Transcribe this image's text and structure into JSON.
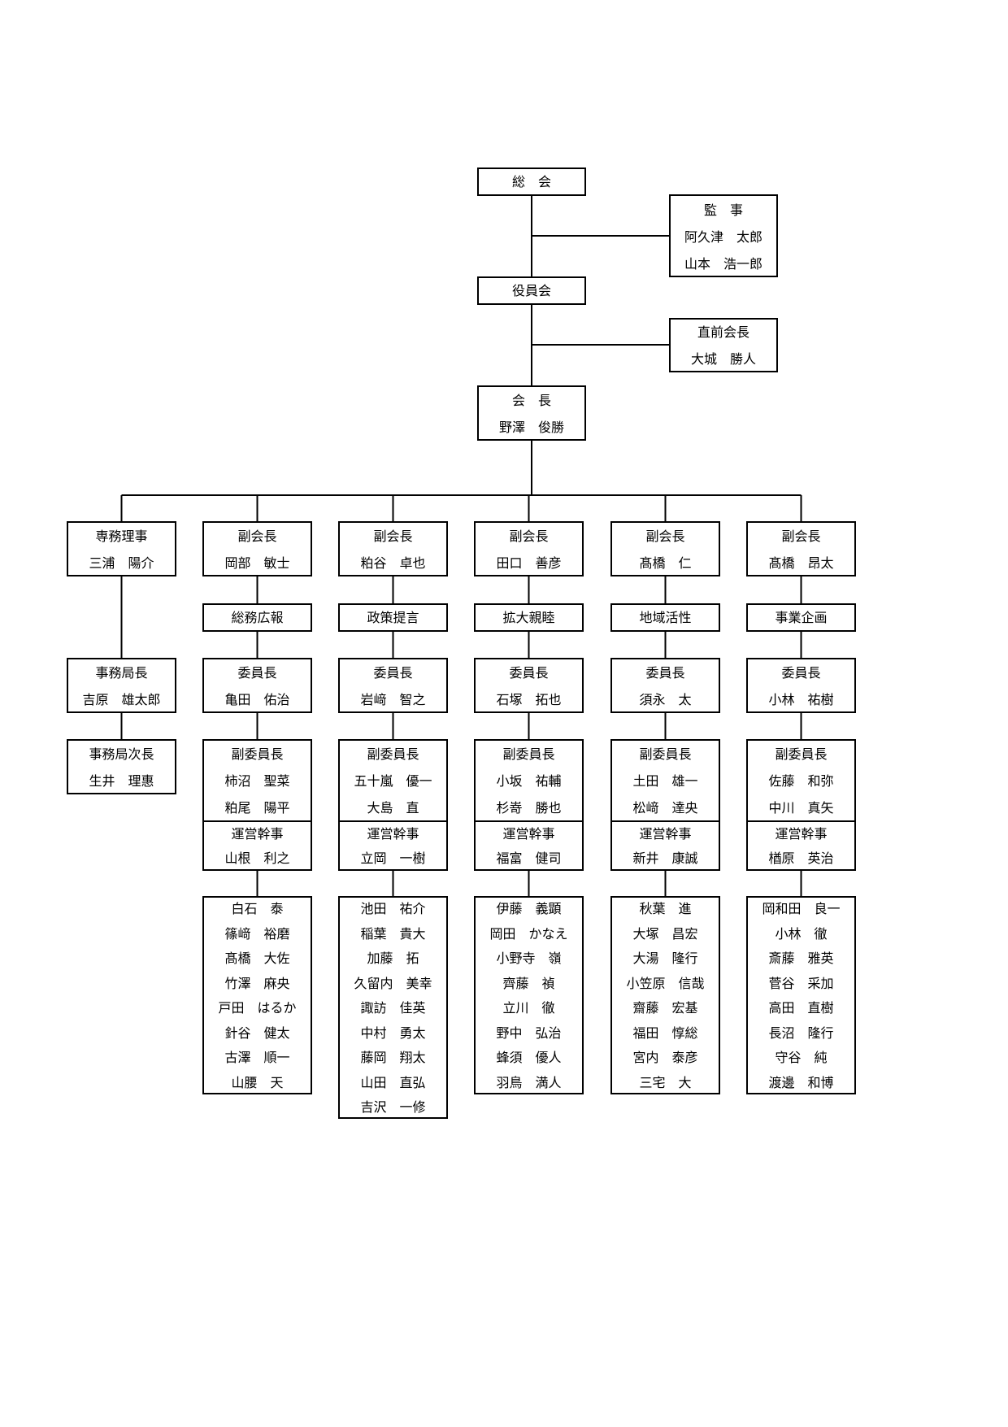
{
  "top": {
    "general_assembly": "総　会",
    "auditor_title": "監　事",
    "auditors": [
      "阿久津　太郎",
      "山本　浩一郎"
    ],
    "board": "役員会",
    "past_president_title": "直前会長",
    "past_president_name": "大城　勝人",
    "president_title": "会　長",
    "president_name": "野澤　俊勝"
  },
  "columns": [
    {
      "title": "専務理事",
      "name": "三浦　陽介",
      "office_chief_title": "事務局長",
      "office_chief_name": "吉原　雄太郎",
      "office_deputy_title": "事務局次長",
      "office_deputy_name": "生井　理惠"
    },
    {
      "title": "副会長",
      "name": "岡部　敏士",
      "committee": "総務広報",
      "chair_title": "委員長",
      "chair_name": "亀田　佑治",
      "vice_title": "副委員長",
      "vice_names": [
        "柿沼　聖菜",
        "粕尾　陽平"
      ],
      "manager_title": "運営幹事",
      "manager_name": "山根　利之",
      "members": [
        "白石　泰",
        "篠﨑　裕磨",
        "髙橋　大佐",
        "竹澤　麻央",
        "戸田　はるか",
        "針谷　健太",
        "古澤　順一",
        "山腰　天"
      ]
    },
    {
      "title": "副会長",
      "name": "粕谷　卓也",
      "committee": "政策提言",
      "chair_title": "委員長",
      "chair_name": "岩﨑　智之",
      "vice_title": "副委員長",
      "vice_names": [
        "五十嵐　優一",
        "大島　直"
      ],
      "manager_title": "運営幹事",
      "manager_name": "立岡　一樹",
      "members": [
        "池田　祐介",
        "稲葉　貴大",
        "加藤　拓",
        "久留内　美幸",
        "諏訪　佳英",
        "中村　勇太",
        "藤岡　翔太",
        "山田　直弘",
        "吉沢　一修"
      ]
    },
    {
      "title": "副会長",
      "name": "田口　善彦",
      "committee": "拡大親睦",
      "chair_title": "委員長",
      "chair_name": "石塚　拓也",
      "vice_title": "副委員長",
      "vice_names": [
        "小坂　祐輔",
        "杉嵜　勝也"
      ],
      "manager_title": "運営幹事",
      "manager_name": "福富　健司",
      "members": [
        "伊藤　義顕",
        "岡田　かなえ",
        "小野寺　嶺",
        "齊藤　禎",
        "立川　徹",
        "野中　弘治",
        "蜂須　優人",
        "羽鳥　満人"
      ]
    },
    {
      "title": "副会長",
      "name": "髙橋　仁",
      "committee": "地域活性",
      "chair_title": "委員長",
      "chair_name": "須永　太",
      "vice_title": "副委員長",
      "vice_names": [
        "土田　雄一",
        "松﨑　達央"
      ],
      "manager_title": "運営幹事",
      "manager_name": "新井　康誠",
      "members": [
        "秋葉　進",
        "大塚　昌宏",
        "大湯　隆行",
        "小笠原　信哉",
        "齋藤　宏基",
        "福田　惇総",
        "宮内　泰彦",
        "三宅　大"
      ]
    },
    {
      "title": "副会長",
      "name": "髙橋　昂太",
      "committee": "事業企画",
      "chair_title": "委員長",
      "chair_name": "小林　祐樹",
      "vice_title": "副委員長",
      "vice_names": [
        "佐藤　和弥",
        "中川　真矢"
      ],
      "manager_title": "運営幹事",
      "manager_name": "楢原　英治",
      "members": [
        "岡和田　良一",
        "小林　徹",
        "斎藤　雅英",
        "菅谷　采加",
        "高田　直樹",
        "長沼　隆行",
        "守谷　純",
        "渡邊　和博"
      ]
    }
  ]
}
